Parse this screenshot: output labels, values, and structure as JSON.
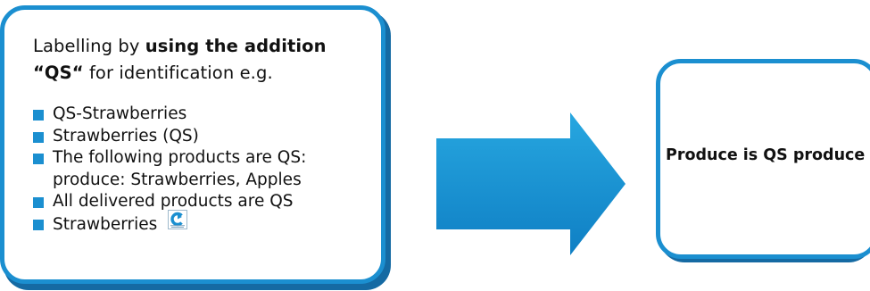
{
  "left_box": {
    "intro_part1": "Labelling by ",
    "intro_bold": "using the addition",
    "intro_quote": "“QS“",
    "intro_part2": " for identification e.g.",
    "items": [
      "QS-Strawberries",
      "Strawberries (QS)",
      "The following products are QS:",
      "produce: Strawberries, Apples",
      "All delivered products are QS",
      "Strawberries"
    ]
  },
  "right_box": {
    "text": "Produce is QS produce"
  },
  "colors": {
    "accent": "#1b8fd0",
    "shadow": "#156aa3",
    "arrow_light": "#27a7e0",
    "arrow_dark": "#0f7fc4"
  },
  "icons": {
    "bullet": "square-bullet",
    "arrow": "right-arrow",
    "logo": "qs-logo"
  }
}
